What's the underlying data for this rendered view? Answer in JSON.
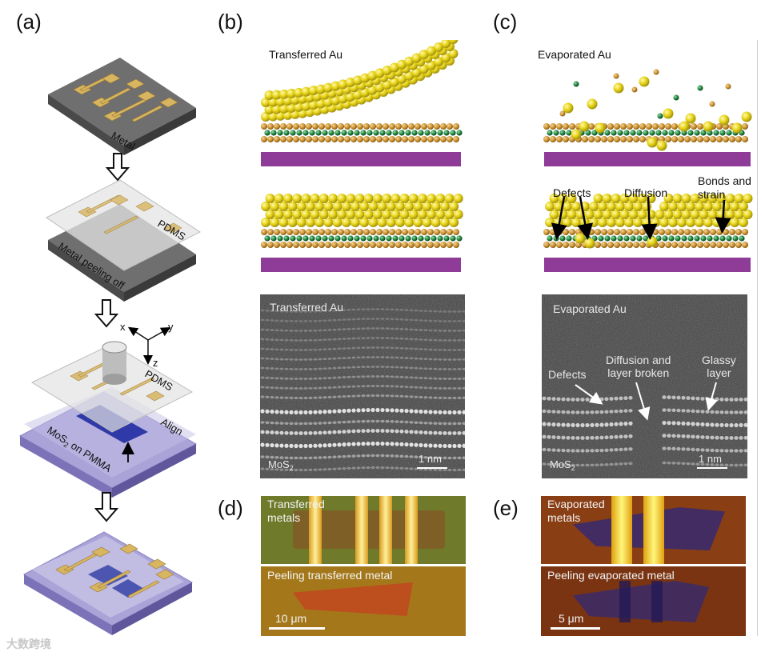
{
  "panel_labels": {
    "a": "(a)",
    "b": "(b)",
    "c": "(c)",
    "d": "(d)",
    "e": "(e)"
  },
  "panel_a": {
    "step1_label": "Metal",
    "step2_pdms": "PDMS",
    "step2_label": "Metal peeling off",
    "step3_pdms": "PDMS",
    "step3_align": "Align",
    "step3_mos2": "MoS",
    "step3_mos2_sub": "2",
    "step3_mos2_tail": " on PMMA",
    "axis_x": "x",
    "axis_y": "y",
    "axis_z": "z"
  },
  "panel_b": {
    "title": "Transferred Au",
    "tem_title": "Transferred Au",
    "tem_mos2": "MoS",
    "tem_mos2_sub": "2",
    "tem_scale": "1 nm"
  },
  "panel_c": {
    "title": "Evaporated Au",
    "defects": "Defects",
    "diffusion": "Diffusion",
    "bonds": "Bonds and",
    "strain": "strain",
    "tem_title": "Evaporated Au",
    "tem_defects": "Defects",
    "tem_diff1": "Diffusion and",
    "tem_diff2": "layer broken",
    "tem_glassy1": "Glassy",
    "tem_glassy2": "layer",
    "tem_mos2": "MoS",
    "tem_mos2_sub": "2",
    "tem_scale": "1 nm"
  },
  "panel_d": {
    "top1": "Transferred",
    "top2": "metals",
    "bottom": "Peeling transferred metal",
    "scale": "10 μm"
  },
  "panel_e": {
    "top1": "Evaporated",
    "top2": "metals",
    "bottom": "Peeling evaporated metal",
    "scale": "5 μm"
  },
  "watermark": "大数跨境",
  "colors": {
    "gold": "#e6d21a",
    "substrate": "#8e3c97",
    "sulfur": "#c8902c",
    "molybdenum": "#1c7d3a"
  }
}
